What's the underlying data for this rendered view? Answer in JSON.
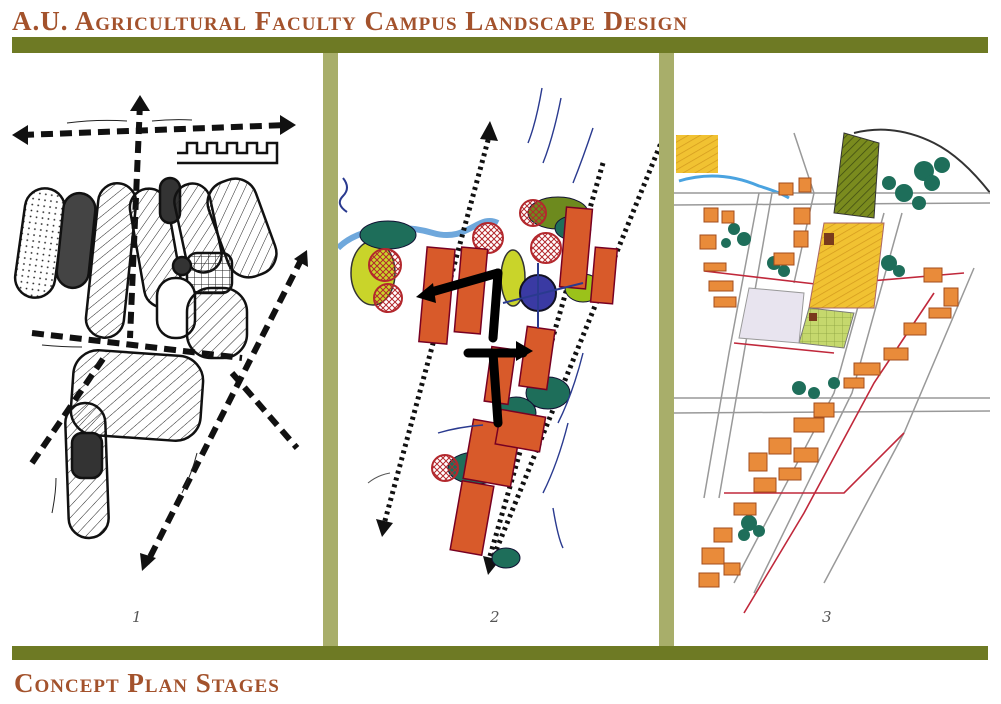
{
  "header": {
    "title": "A.U. Agricultural Faculty Campus Landscape Design"
  },
  "footer": {
    "title": "Concept Plan Stages"
  },
  "panels": [
    {
      "number": "1"
    },
    {
      "number": "2"
    },
    {
      "number": "3"
    }
  ],
  "colors": {
    "title_text": "#a3522c",
    "band": "#6e7a24",
    "divider": "#a8ae6a"
  }
}
